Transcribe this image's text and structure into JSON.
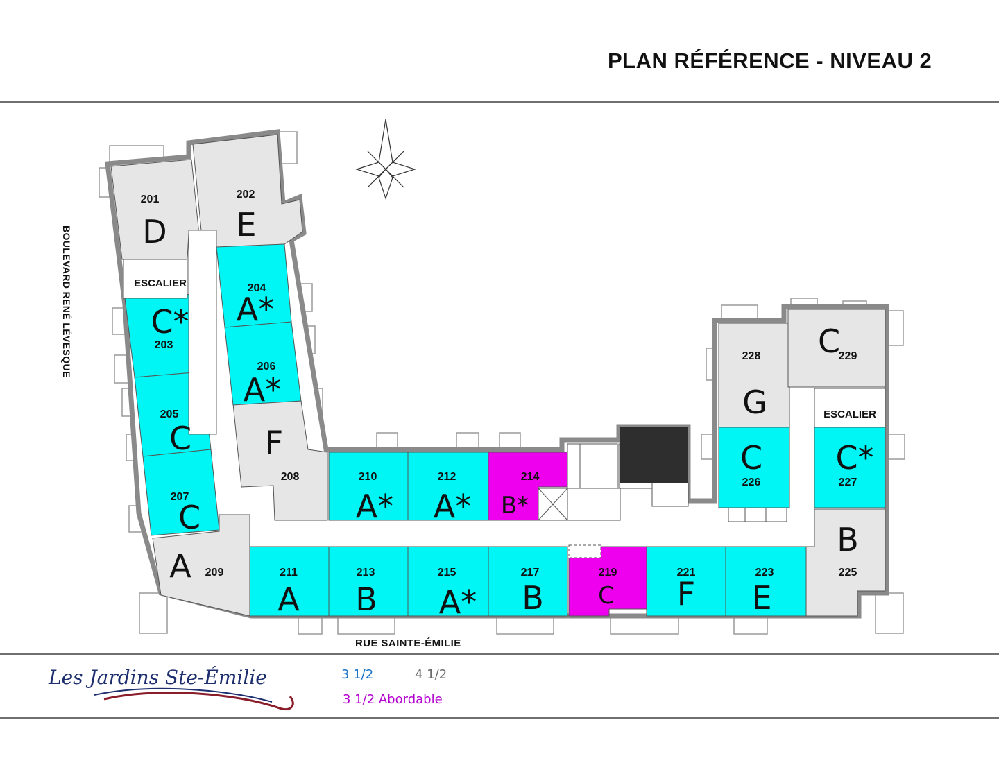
{
  "header": {
    "title": "PLAN RÉFÉRENCE - NIVEAU 2"
  },
  "streets": {
    "west": "BOULEVARD RENÉ LÉVESQUE",
    "south": "RUE SAINTE-ÉMILIE"
  },
  "stairs_label": "ESCALIER",
  "colors": {
    "cyan": "#00f6f4",
    "magenta": "#ee00ee",
    "grey": "#e6e6e6",
    "wall": "#8a8a8a",
    "dark": "#2e2e2e",
    "blue_text": "#1a73c9",
    "purple_text": "#b400d0",
    "grey_text": "#6b6b6b"
  },
  "legend": {
    "item1": "3 1/2",
    "item2": "4 1/2",
    "item3": "3 1/2 Abordable"
  },
  "logo": {
    "text": "Les Jardins Ste-Émilie"
  },
  "compass": {
    "icon": "north-arrow-icon"
  },
  "units": [
    {
      "number": "201",
      "type": "D",
      "category": "4 1/2"
    },
    {
      "number": "202",
      "type": "E",
      "category": "4 1/2"
    },
    {
      "number": "203",
      "type": "C*",
      "category": "3 1/2"
    },
    {
      "number": "204",
      "type": "A*",
      "category": "3 1/2"
    },
    {
      "number": "205",
      "type": "C",
      "category": "3 1/2"
    },
    {
      "number": "206",
      "type": "A*",
      "category": "3 1/2"
    },
    {
      "number": "207",
      "type": "C",
      "category": "3 1/2"
    },
    {
      "number": "208",
      "type": "F",
      "category": "4 1/2"
    },
    {
      "number": "209",
      "type": "A",
      "category": "4 1/2"
    },
    {
      "number": "210",
      "type": "A*",
      "category": "3 1/2"
    },
    {
      "number": "211",
      "type": "A",
      "category": "3 1/2"
    },
    {
      "number": "212",
      "type": "A*",
      "category": "3 1/2"
    },
    {
      "number": "213",
      "type": "B",
      "category": "3 1/2"
    },
    {
      "number": "214",
      "type": "B*",
      "category": "3 1/2 Abordable"
    },
    {
      "number": "215",
      "type": "A*",
      "category": "3 1/2"
    },
    {
      "number": "217",
      "type": "B",
      "category": "3 1/2"
    },
    {
      "number": "219",
      "type": "C",
      "category": "3 1/2 Abordable"
    },
    {
      "number": "221",
      "type": "F",
      "category": "3 1/2"
    },
    {
      "number": "223",
      "type": "E",
      "category": "3 1/2"
    },
    {
      "number": "225",
      "type": "B",
      "category": "4 1/2"
    },
    {
      "number": "226",
      "type": "C",
      "category": "3 1/2"
    },
    {
      "number": "227",
      "type": "C*",
      "category": "3 1/2"
    },
    {
      "number": "228",
      "type": "G",
      "category": "4 1/2"
    },
    {
      "number": "229",
      "type": "C",
      "category": "4 1/2"
    }
  ]
}
